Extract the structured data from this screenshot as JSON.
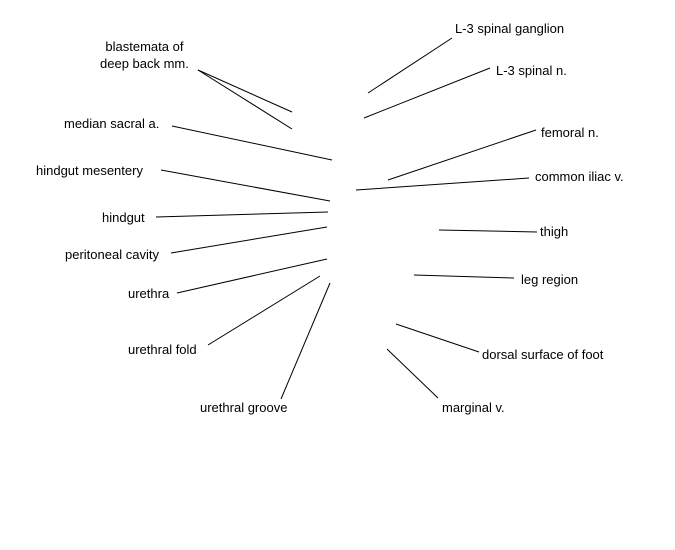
{
  "labels": {
    "blastemata_deep_back": "blastemata of\ndeep back mm.",
    "median_sacral_a": "median sacral a.",
    "hindgut_mesentery": "hindgut mesentery",
    "hindgut": "hindgut",
    "peritoneal_cavity": "peritoneal cavity",
    "urethra": "urethra",
    "urethral_fold": "urethral fold",
    "urethral_groove": "urethral groove",
    "l3_spinal_ganglion": "L-3 spinal ganglion",
    "l3_spinal_n": "L-3 spinal n.",
    "femoral_n": "femoral n.",
    "common_iliac_v": "common iliac v.",
    "thigh": "thigh",
    "leg_region": "leg region",
    "dorsal_surface_foot": "dorsal surface of foot",
    "marginal_v": "marginal v."
  }
}
